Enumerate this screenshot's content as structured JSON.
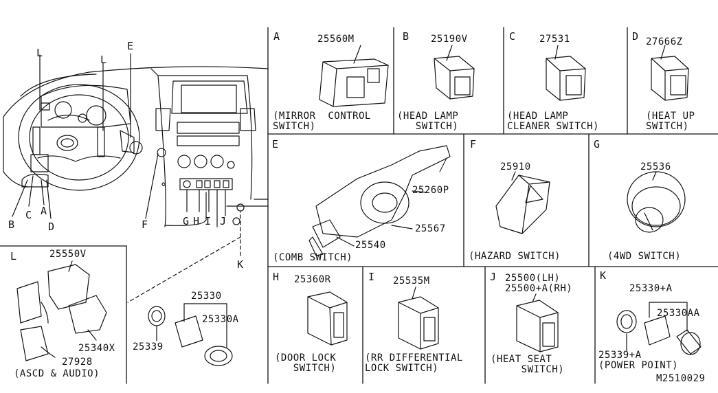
{
  "diagram_code": "M2510029",
  "overview": {
    "callouts": [
      "L",
      "E",
      "L",
      "B",
      "C",
      "A",
      "D",
      "F",
      "G",
      "H",
      "I",
      "J",
      "K"
    ]
  },
  "panels": {
    "A": {
      "letter": "A",
      "part": "25560M",
      "caption": "(MIRROR  CONTROL\nSWITCH)"
    },
    "B": {
      "letter": "B",
      "part": "25190V",
      "caption": "(HEAD LAMP\n   SWITCH)"
    },
    "C": {
      "letter": "C",
      "part": "27531",
      "caption": "(HEAD LAMP\nCLEANER SWITCH)"
    },
    "D": {
      "letter": "D",
      "part": "27666Z",
      "caption": "(HEAT UP\nSWITCH)"
    },
    "E": {
      "letter": "E",
      "parts": [
        "25260P",
        "25567",
        "25540"
      ],
      "caption": "(COMB SWITCH)"
    },
    "F": {
      "letter": "F",
      "part": "25910",
      "caption": "(HAZARD SWITCH)"
    },
    "G": {
      "letter": "G",
      "part": "25536",
      "caption": "(4WD SWITCH)"
    },
    "H": {
      "letter": "H",
      "part": "25360R",
      "caption": "(DOOR LOCK\n   SWITCH)"
    },
    "I": {
      "letter": "I",
      "part": "25535M",
      "caption": "(RR DIFFERENTIAL\nLOCK SWITCH)"
    },
    "J": {
      "letter": "J",
      "parts": [
        "25500(LH)",
        "25500+A(RH)"
      ],
      "caption": "(HEAT SEAT\n     SWITCH)"
    },
    "K": {
      "letter": "K",
      "parts": [
        "25330+A",
        "25330AA",
        "25339+A"
      ],
      "caption": "(POWER POINT)"
    },
    "L": {
      "letter": "L",
      "parts": [
        "25550V",
        "25340X",
        "27928"
      ],
      "caption": "(ASCD & AUDIO)"
    }
  },
  "lighter": {
    "parts": [
      "25330",
      "25330A",
      "25339"
    ]
  }
}
